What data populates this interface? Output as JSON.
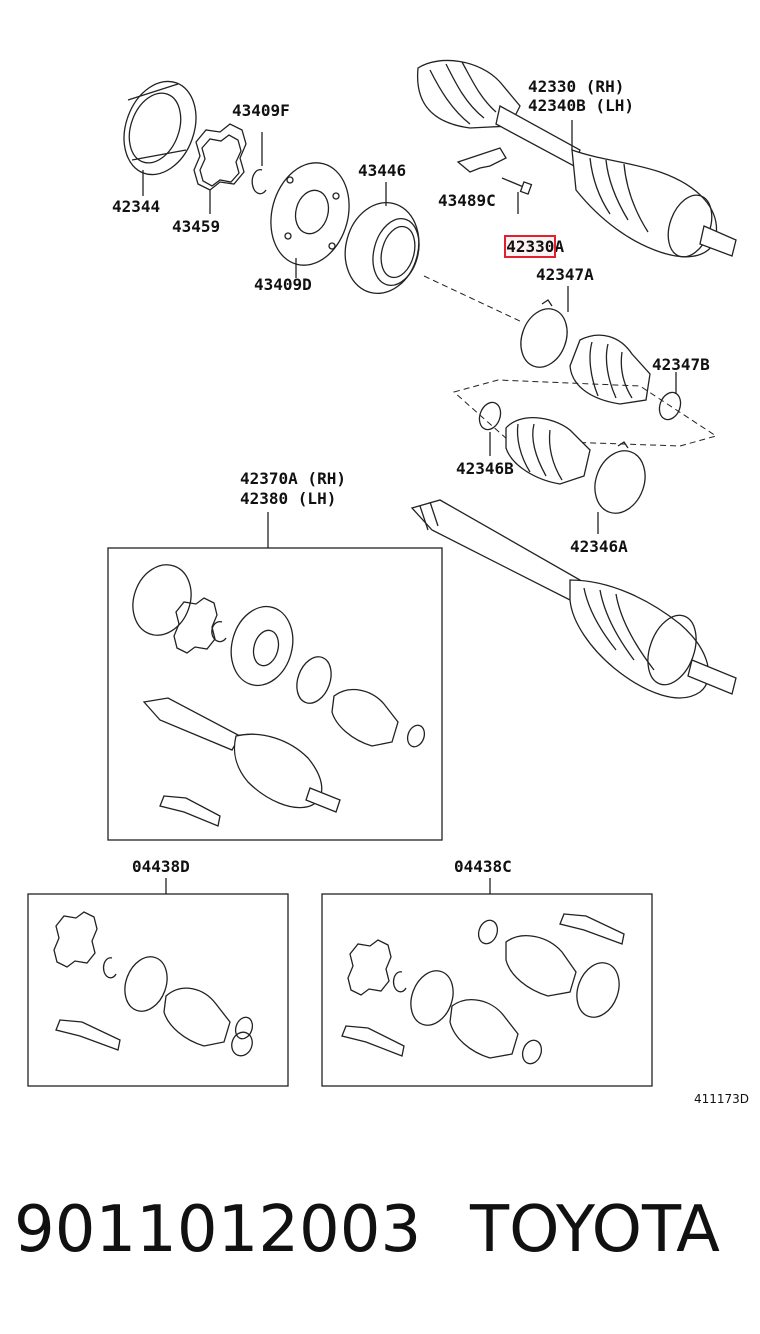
{
  "labels": {
    "p42344": "42344",
    "p43459": "43459",
    "p43409F": "43409F",
    "p43409D": "43409D",
    "p43446": "43446",
    "p42330RH": "42330 (RH)",
    "p42340BLH": "42340B (LH)",
    "p43489C": "43489C",
    "p42330A_main": "42330",
    "p42330A_suffix": "A",
    "p42347A": "42347A",
    "p42347B": "42347B",
    "p42346B": "42346B",
    "p42346A": "42346A",
    "p42370ARH": "42370A (RH)",
    "p42380LH": "42380 (LH)",
    "p04438D": "04438D",
    "p04438C": "04438C"
  },
  "diagram_ref": "411173D",
  "footer": {
    "part_number": "9011012003",
    "brand": "TOYOTA"
  },
  "highlight_color": "#e0212b"
}
